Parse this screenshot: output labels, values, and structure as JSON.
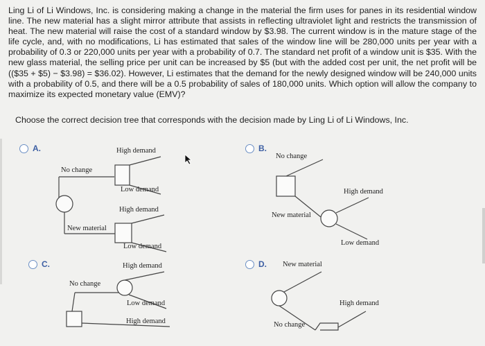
{
  "question": {
    "text": "Ling Li of Li Windows, Inc. is considering making a change in the material the firm uses for panes in its residential window line. The new material has a slight mirror attribute that assists in reflecting ultraviolet light and restricts the transmission of heat. The new material will raise the cost of a standard window by $3.98. The current window is in the mature stage of the life cycle, and, with no modifications, Li has estimated that sales of the window line will be 280,000 units per year with a probability of 0.3 or 220,000 units per year with a probability of 0.7. The standard net profit of a window unit is $35. With the new glass material, the selling price per unit can be increased by $5 (but with the added cost per unit, the net profit will be (($35 + $5) − $3.98) = $36.02). However, Li estimates that the demand for the newly designed window will be 240,000 units with a probability of 0.5, and there will be a 0.5 probability of sales of 180,000 units. Which option will allow the company to maximize its expected monetary value (EMV)?"
  },
  "instruction": "Choose the correct decision tree that corresponds with the decision made by Ling Li of Li Windows, Inc.",
  "options": {
    "a": {
      "letter": "A.",
      "labels": {
        "high_demand_1": "High demand",
        "no_change": "No change",
        "low_demand_1": "Low demand",
        "high_demand_2": "High demand",
        "new_material": "New material",
        "low_demand_2": "Low demand"
      }
    },
    "b": {
      "letter": "B.",
      "labels": {
        "no_change": "No change",
        "high_demand": "High demand",
        "new_material": "New material",
        "low_demand": "Low demand"
      }
    },
    "c": {
      "letter": "C.",
      "labels": {
        "high_demand_1": "High demand",
        "no_change": "No change",
        "low_demand": "Low demand",
        "high_demand_2": "High demand"
      }
    },
    "d": {
      "letter": "D.",
      "labels": {
        "new_material": "New material",
        "high_demand": "High demand",
        "no_change": "No change"
      }
    }
  },
  "colors": {
    "background": "#f1f1ef",
    "radio_border": "#6b8fc4",
    "option_letter": "#3d5fa3",
    "tree_lines": "#444444"
  },
  "icons": {
    "cursor": "mouse-pointer-icon"
  }
}
